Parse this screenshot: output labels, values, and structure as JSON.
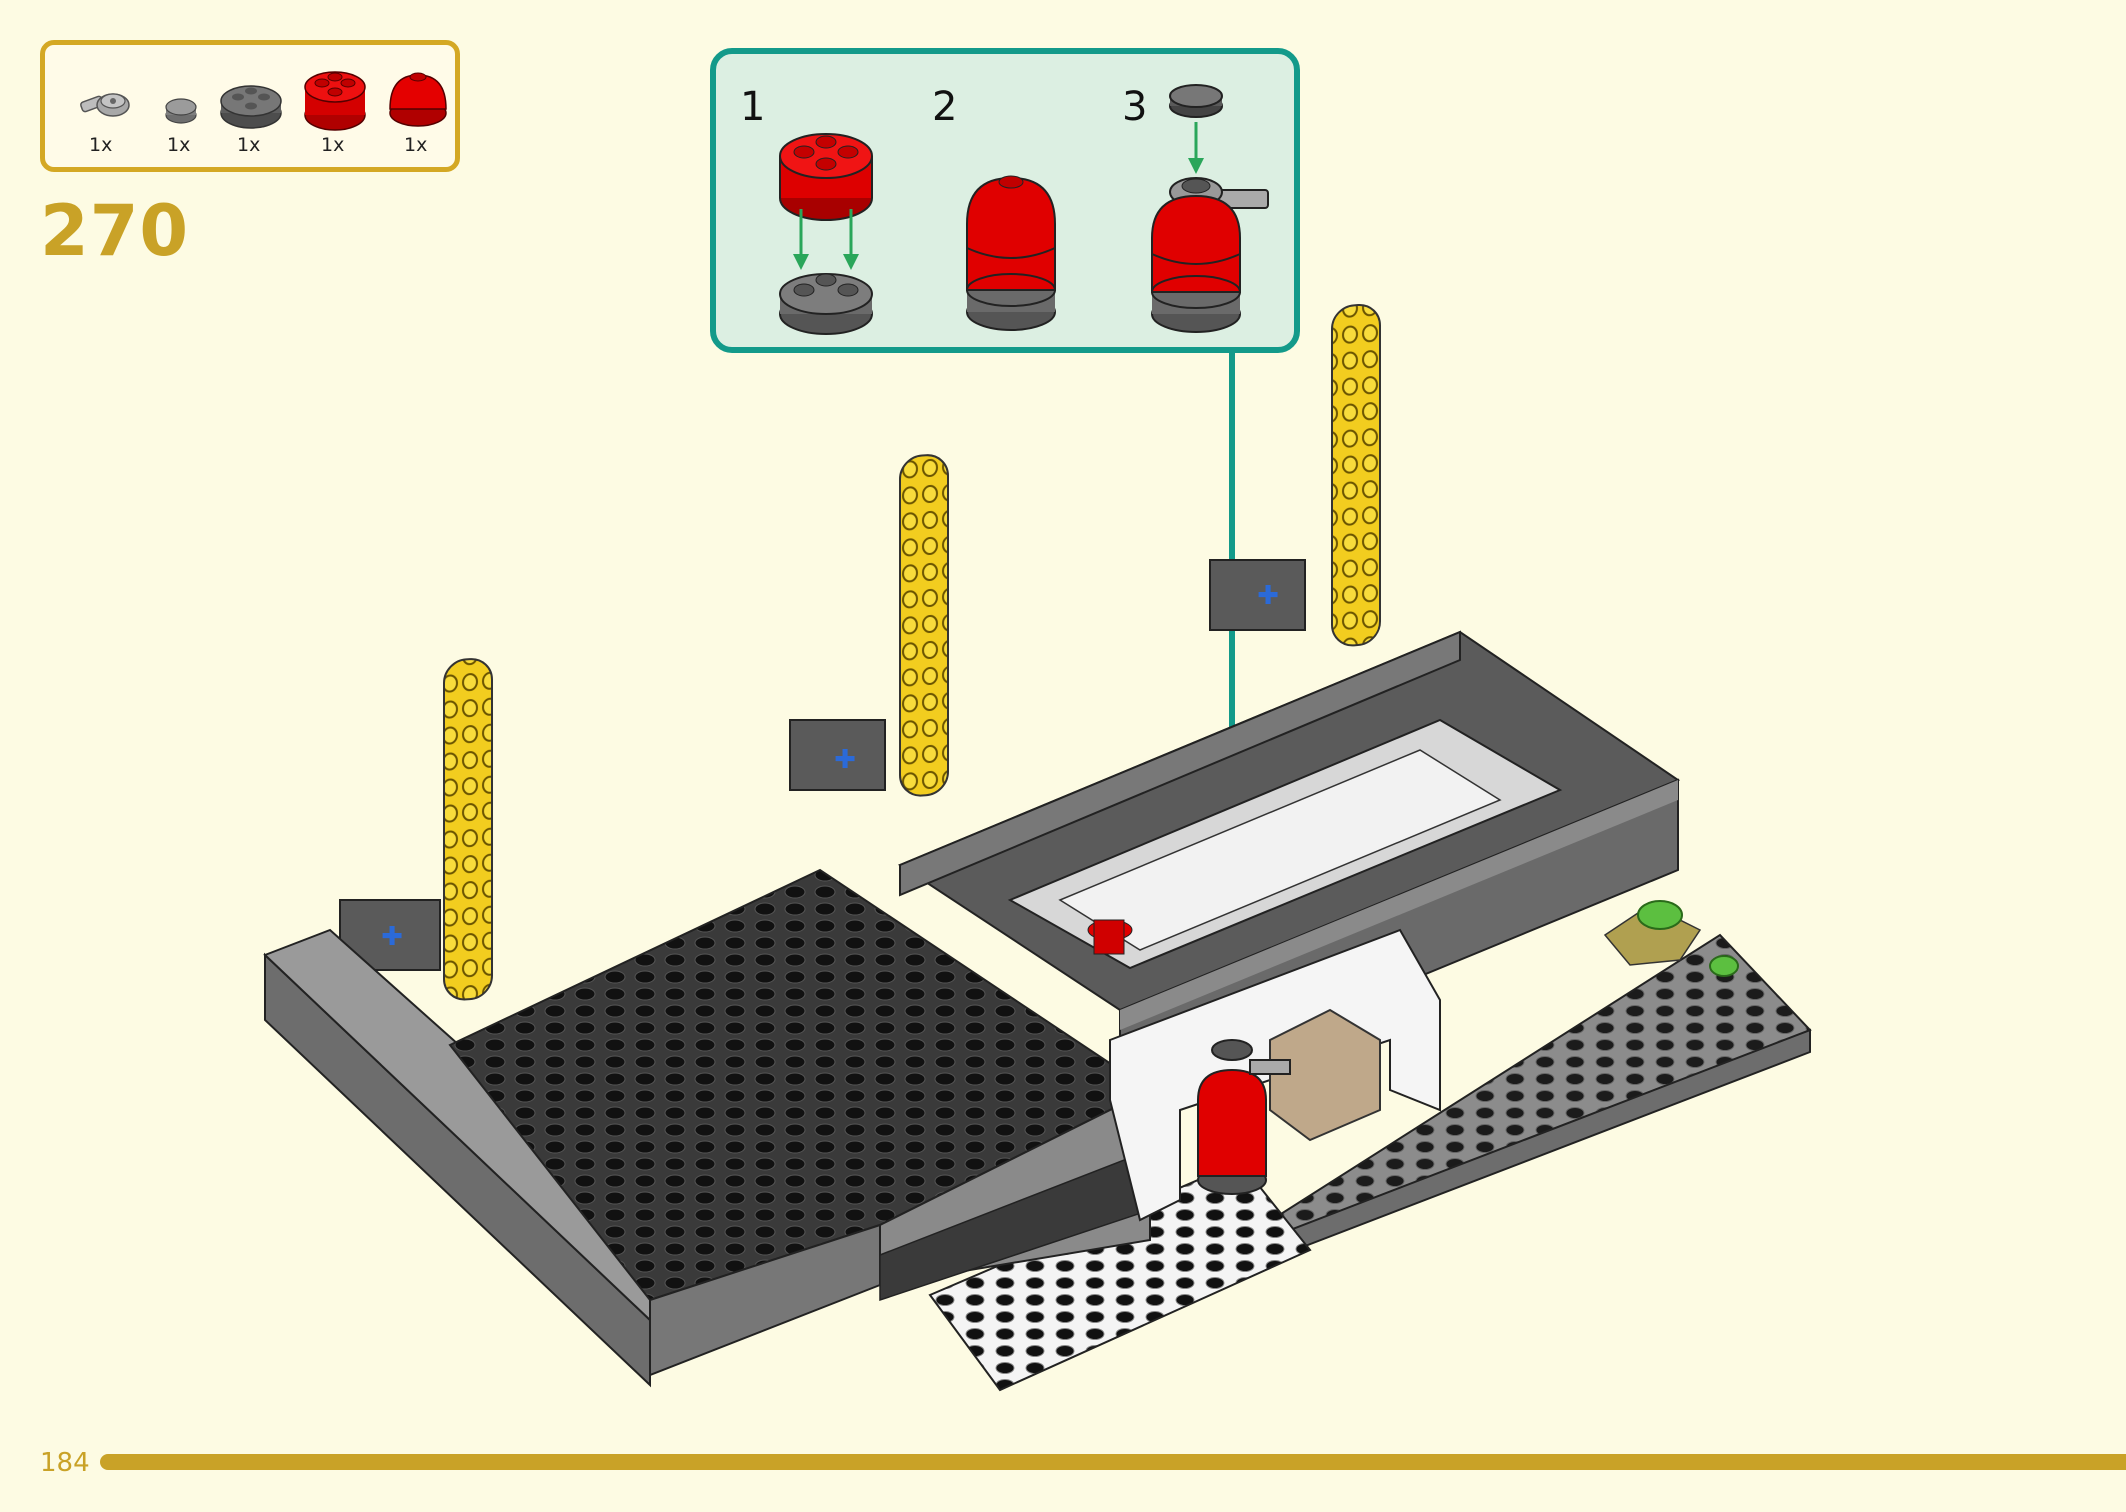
{
  "step": {
    "number": "270"
  },
  "page": {
    "number": "184"
  },
  "parts": [
    {
      "icon": "bar-holder-clip-icon",
      "qty": "1x",
      "color": "#9a9a9a"
    },
    {
      "icon": "round-tile-icon",
      "qty": "1x",
      "color": "#8a8a8a"
    },
    {
      "icon": "round-plate-icon",
      "qty": "1x",
      "color": "#6e6e6e"
    },
    {
      "icon": "round-brick-icon",
      "qty": "1x",
      "color": "#e00000"
    },
    {
      "icon": "dome-icon",
      "qty": "1x",
      "color": "#e00000"
    }
  ],
  "substeps": [
    {
      "label": "1"
    },
    {
      "label": "2"
    },
    {
      "label": "3"
    }
  ],
  "colors": {
    "accent": "#c9a227",
    "callout_border": "#139a8a",
    "callout_fill": "#dcefe2",
    "arrow": "#2aa65a",
    "background": "#fdfbe3"
  }
}
